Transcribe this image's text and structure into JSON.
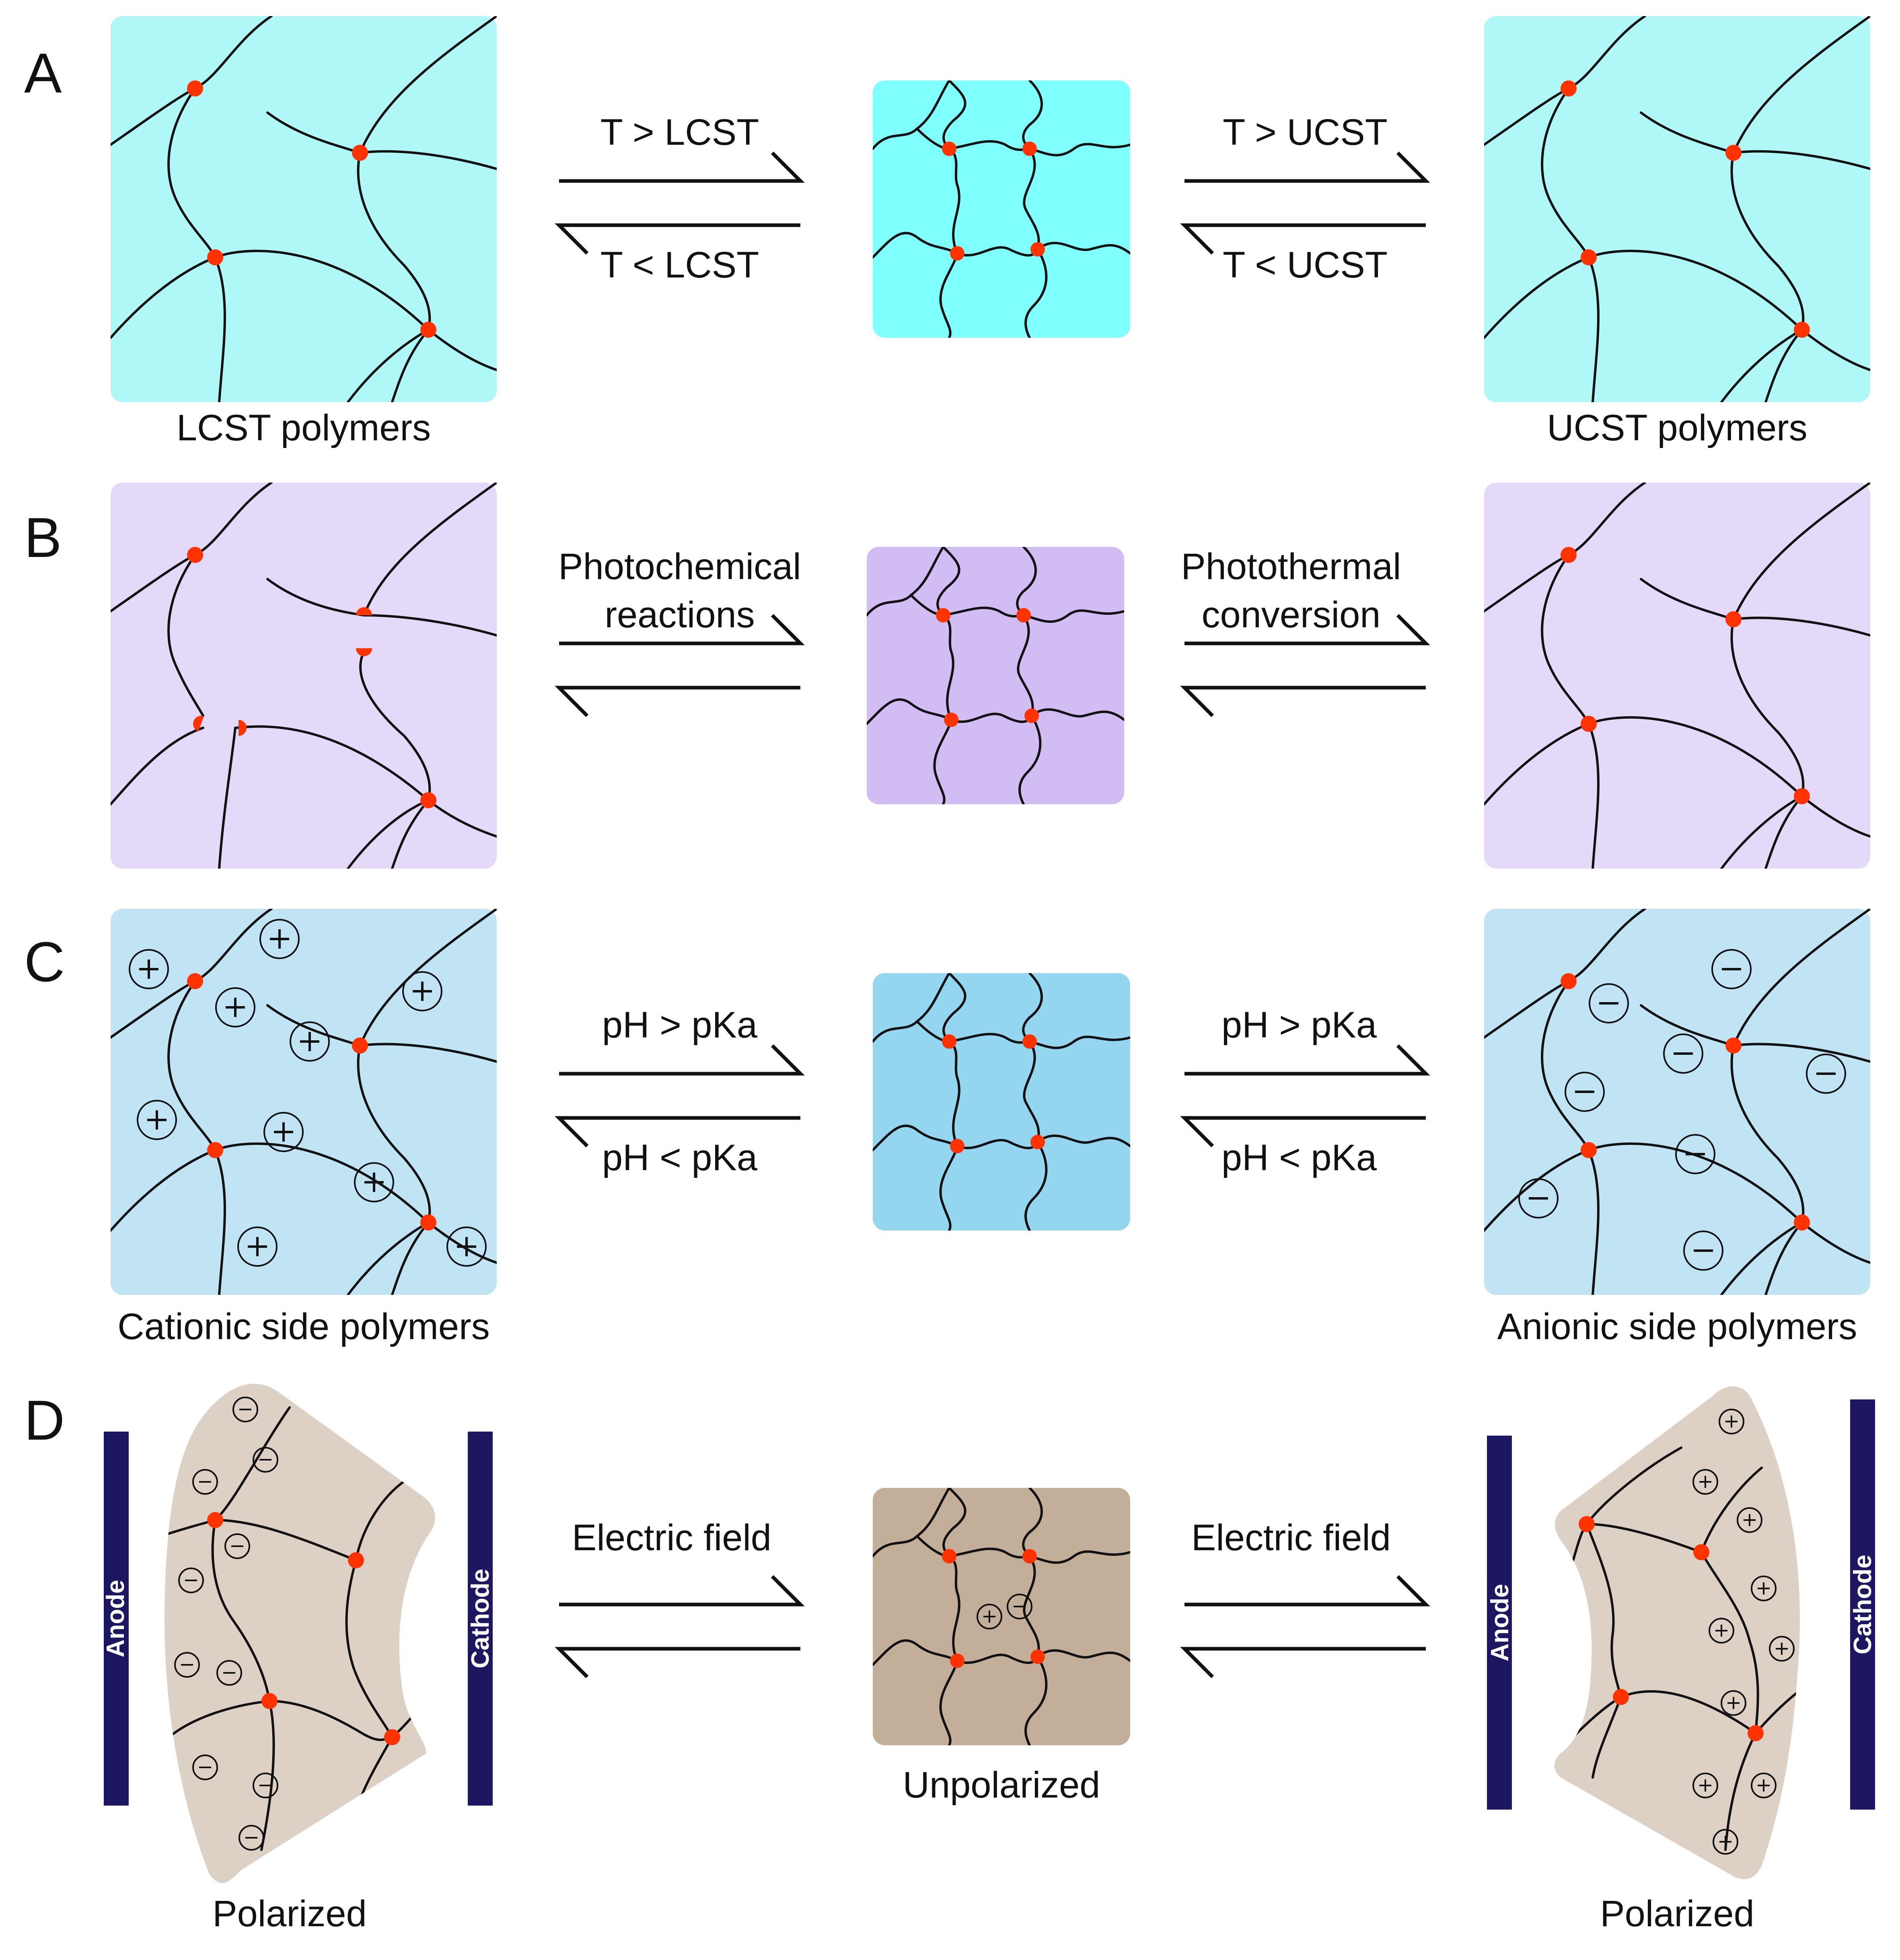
{
  "colors": {
    "thermo": "#b0f7f7",
    "thermo_core": "#80ffff",
    "light": "#e4d9f8",
    "light_core": "#d1bdf3",
    "ph": "#c0e4f4",
    "ph_core": "#94d5f0",
    "electric": "#ddd1c5",
    "electric_core": "#c3ae9a",
    "crosslink": "#ff3300",
    "electrode": "#1c1760"
  },
  "panels": [
    {
      "letter": "A",
      "left_caption": "LCST polymers",
      "right_caption": "UCST polymers",
      "left_top": "T > LCST",
      "left_bottom": "T < LCST",
      "right_top": "T > UCST",
      "right_bottom": "T < UCST",
      "center_caption": ""
    },
    {
      "letter": "B",
      "left_caption": "",
      "right_caption": "",
      "left_top_1": "Photochemical",
      "left_top_2": "reactions",
      "right_top_1": "Photothermal",
      "right_top_2": "conversion",
      "center_caption": ""
    },
    {
      "letter": "C",
      "left_caption": "Cationic side polymers",
      "right_caption": "Anionic side polymers",
      "left_top": "pH > pKa",
      "left_bottom": "pH < pKa",
      "right_top": "pH > pKa",
      "right_bottom": "pH < pKa",
      "center_caption": ""
    },
    {
      "letter": "D",
      "left_caption": "Polarized",
      "right_caption": "Polarized",
      "left_top": "Electric field",
      "right_top": "Electric field",
      "center_caption": "Unpolarized",
      "anode": "Anode",
      "cathode": "Cathode"
    }
  ]
}
